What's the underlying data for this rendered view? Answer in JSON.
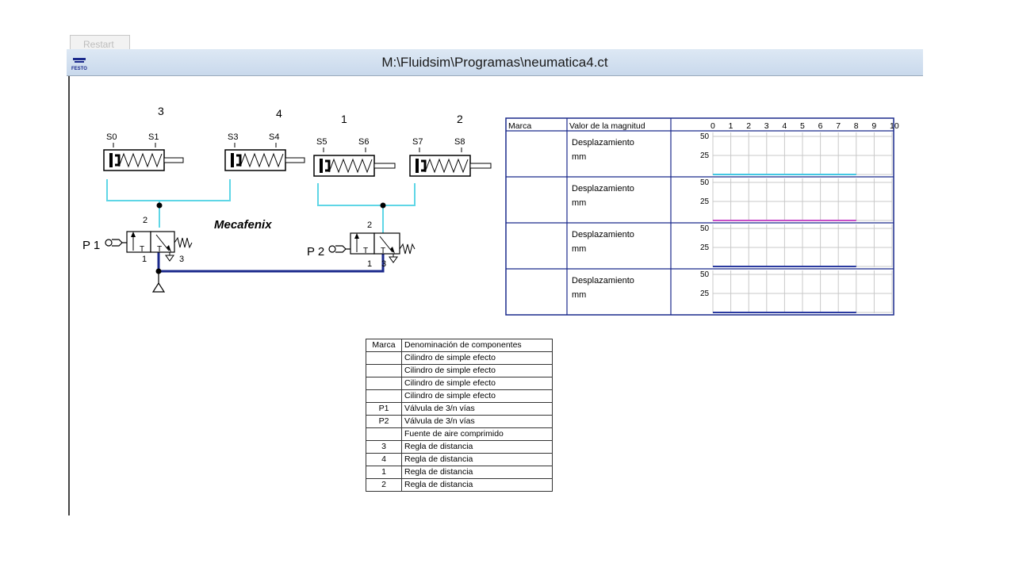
{
  "window": {
    "restart_label": "Restart",
    "title": "M:\\Fluidsim\\Programas\\neumatica4.ct",
    "logo_text": "FESTO"
  },
  "circuit": {
    "brand_label": "Mecafenix",
    "cylinders": [
      {
        "ruler": "3",
        "sensor_left": "S0",
        "sensor_right": "S1"
      },
      {
        "ruler": "4",
        "sensor_left": "S3",
        "sensor_right": "S4"
      },
      {
        "ruler": "1",
        "sensor_left": "S5",
        "sensor_right": "S6"
      },
      {
        "ruler": "2",
        "sensor_left": "S7",
        "sensor_right": "S8"
      }
    ],
    "valves": [
      {
        "mark": "P 1",
        "port_out": "2",
        "port_in": "1",
        "port_exhaust": "3"
      },
      {
        "mark": "P 2",
        "port_out": "2",
        "port_in": "1",
        "port_exhaust": "3"
      }
    ],
    "colors": {
      "line_supply": "#1b2a8c",
      "line_work": "#5fd6e6"
    }
  },
  "state_diagram": {
    "headers": {
      "mark": "Marca",
      "quantity": "Valor de la magnitud"
    },
    "time_ticks": [
      "0",
      "1",
      "2",
      "3",
      "4",
      "5",
      "6",
      "7",
      "8",
      "9",
      "10"
    ],
    "rows": [
      {
        "mark": "",
        "label": "Desplazamiento",
        "unit": "mm",
        "y_ticks": [
          "50",
          "25"
        ],
        "line_color": "#43c7e3",
        "value": 0,
        "end_time": 8
      },
      {
        "mark": "",
        "label": "Desplazamiento",
        "unit": "mm",
        "y_ticks": [
          "50",
          "25"
        ],
        "line_color": "#c84ec8",
        "value": 0,
        "end_time": 8
      },
      {
        "mark": "",
        "label": "Desplazamiento",
        "unit": "mm",
        "y_ticks": [
          "50",
          "25"
        ],
        "line_color": "#2a3aa0",
        "value": 0,
        "end_time": 8
      },
      {
        "mark": "",
        "label": "Desplazamiento",
        "unit": "mm",
        "y_ticks": [
          "50",
          "25"
        ],
        "line_color": "#2a3aa0",
        "value": 0,
        "end_time": 8
      }
    ]
  },
  "parts_list": {
    "headers": {
      "mark": "Marca",
      "name": "Denominación de componentes"
    },
    "rows": [
      {
        "mark": "",
        "name": "Cilindro de simple efecto"
      },
      {
        "mark": "",
        "name": "Cilindro de simple efecto"
      },
      {
        "mark": "",
        "name": "Cilindro de simple efecto"
      },
      {
        "mark": "",
        "name": "Cilindro de simple efecto"
      },
      {
        "mark": "P1",
        "name": "Válvula de 3/n vías"
      },
      {
        "mark": "P2",
        "name": "Válvula de 3/n vías"
      },
      {
        "mark": "",
        "name": "Fuente de aire comprimido"
      },
      {
        "mark": "3",
        "name": "Regla de distancia"
      },
      {
        "mark": "4",
        "name": "Regla de distancia"
      },
      {
        "mark": "1",
        "name": "Regla de distancia"
      },
      {
        "mark": "2",
        "name": "Regla de distancia"
      }
    ]
  }
}
